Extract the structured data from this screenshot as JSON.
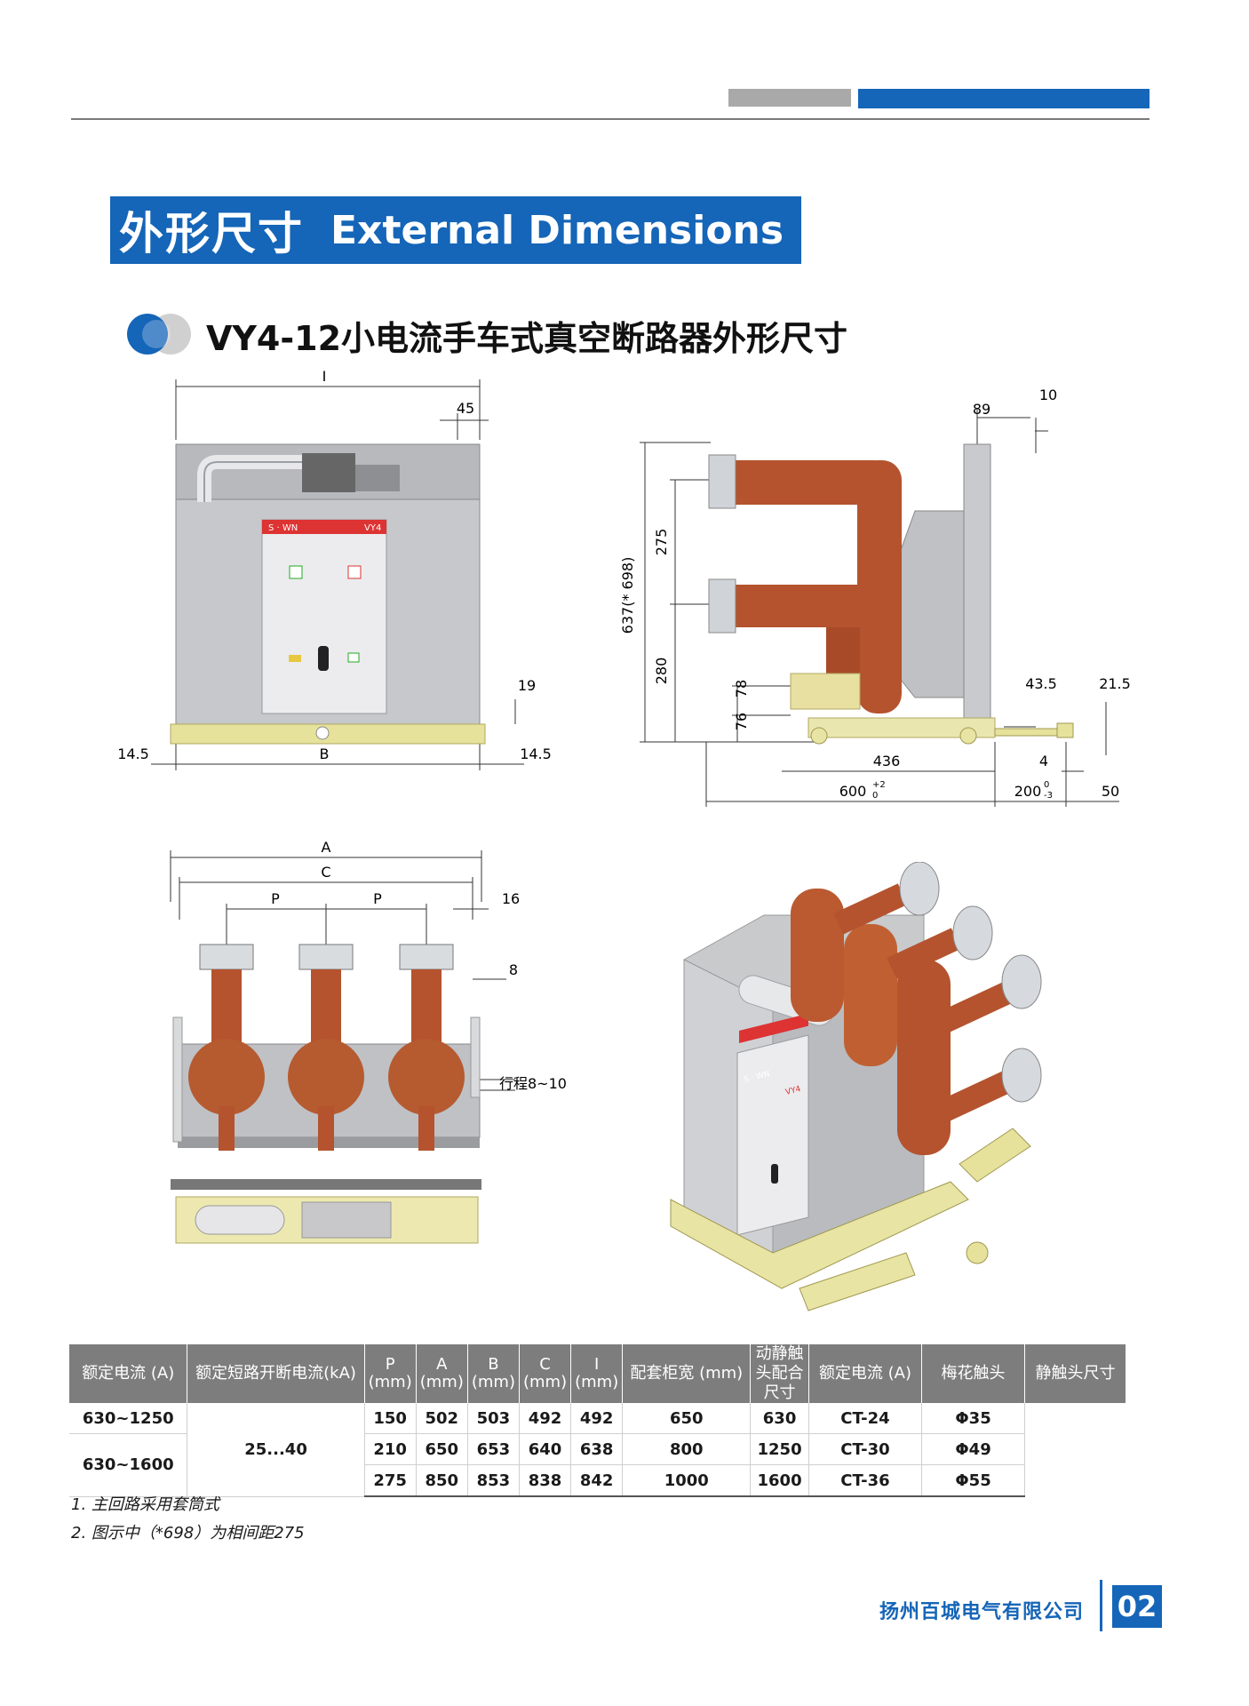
{
  "header": {
    "accent_gray": "#a9a9a9",
    "accent_blue": "#1565b8"
  },
  "title": {
    "cn": "外形尺寸",
    "en": "External Dimensions"
  },
  "subtitle": "VY4-12小电流手车式真空断路器外形尺寸",
  "front_view": {
    "labels": {
      "I": "I",
      "d45": "45",
      "d19": "19",
      "left145": "14.5",
      "B": "B",
      "right145": "14.5",
      "brand": "S · WN",
      "model": "VY4"
    }
  },
  "side_view": {
    "labels": {
      "d89": "89",
      "d10": "10",
      "d275": "275",
      "total": "637(* 698)",
      "d280": "280",
      "d78": "78",
      "d76": "76",
      "d435": "43.5",
      "d215": "21.5",
      "d436": "436",
      "d4": "4",
      "d600": "600",
      "d600_tol_up": "+2",
      "d600_tol_dn": "0",
      "d200": "200",
      "d200_tol_up": "0",
      "d200_tol_dn": "-3",
      "d50": "50"
    }
  },
  "top_view": {
    "labels": {
      "A": "A",
      "C": "C",
      "P1": "P",
      "P2": "P",
      "d16": "16",
      "d8": "8",
      "stroke": "行程8~10"
    }
  },
  "iso_view": {
    "labels": {
      "brand": "S · WN",
      "model": "VY4"
    }
  },
  "table": {
    "headers": {
      "rated_current": "额定电流 (A)",
      "breaking_current": "额定短路开断电流(kA)",
      "P": "P",
      "A": "A",
      "B": "B",
      "C": "C",
      "I": "I",
      "mm": "(mm)",
      "cabinet_width": "配套柜宽 (mm)",
      "contact_size": "动静触头配合尺寸",
      "rated_current2": "额定电流 (A)",
      "plum_contact": "梅花触头",
      "static_contact": "静触头尺寸"
    },
    "rows": [
      {
        "current": "630~1250",
        "P": "150",
        "A": "502",
        "B": "503",
        "C": "492",
        "I": "492",
        "width": "650",
        "rc": "630",
        "plum": "CT-24",
        "static": "Φ35"
      },
      {
        "current": "630~1600",
        "P": "210",
        "A": "650",
        "B": "653",
        "C": "640",
        "I": "638",
        "width": "800",
        "rc": "1250",
        "plum": "CT-30",
        "static": "Φ49"
      },
      {
        "current": "",
        "P": "275",
        "A": "850",
        "B": "853",
        "C": "838",
        "I": "842",
        "width": "1000",
        "rc": "1600",
        "plum": "CT-36",
        "static": "Φ55"
      }
    ],
    "breaking_value": "25...40"
  },
  "notes": [
    "1. 主回路采用套筒式",
    "2. 图示中（*698）为相间距275"
  ],
  "footer": {
    "company": "扬州百城电气有限公司",
    "page": "02"
  }
}
